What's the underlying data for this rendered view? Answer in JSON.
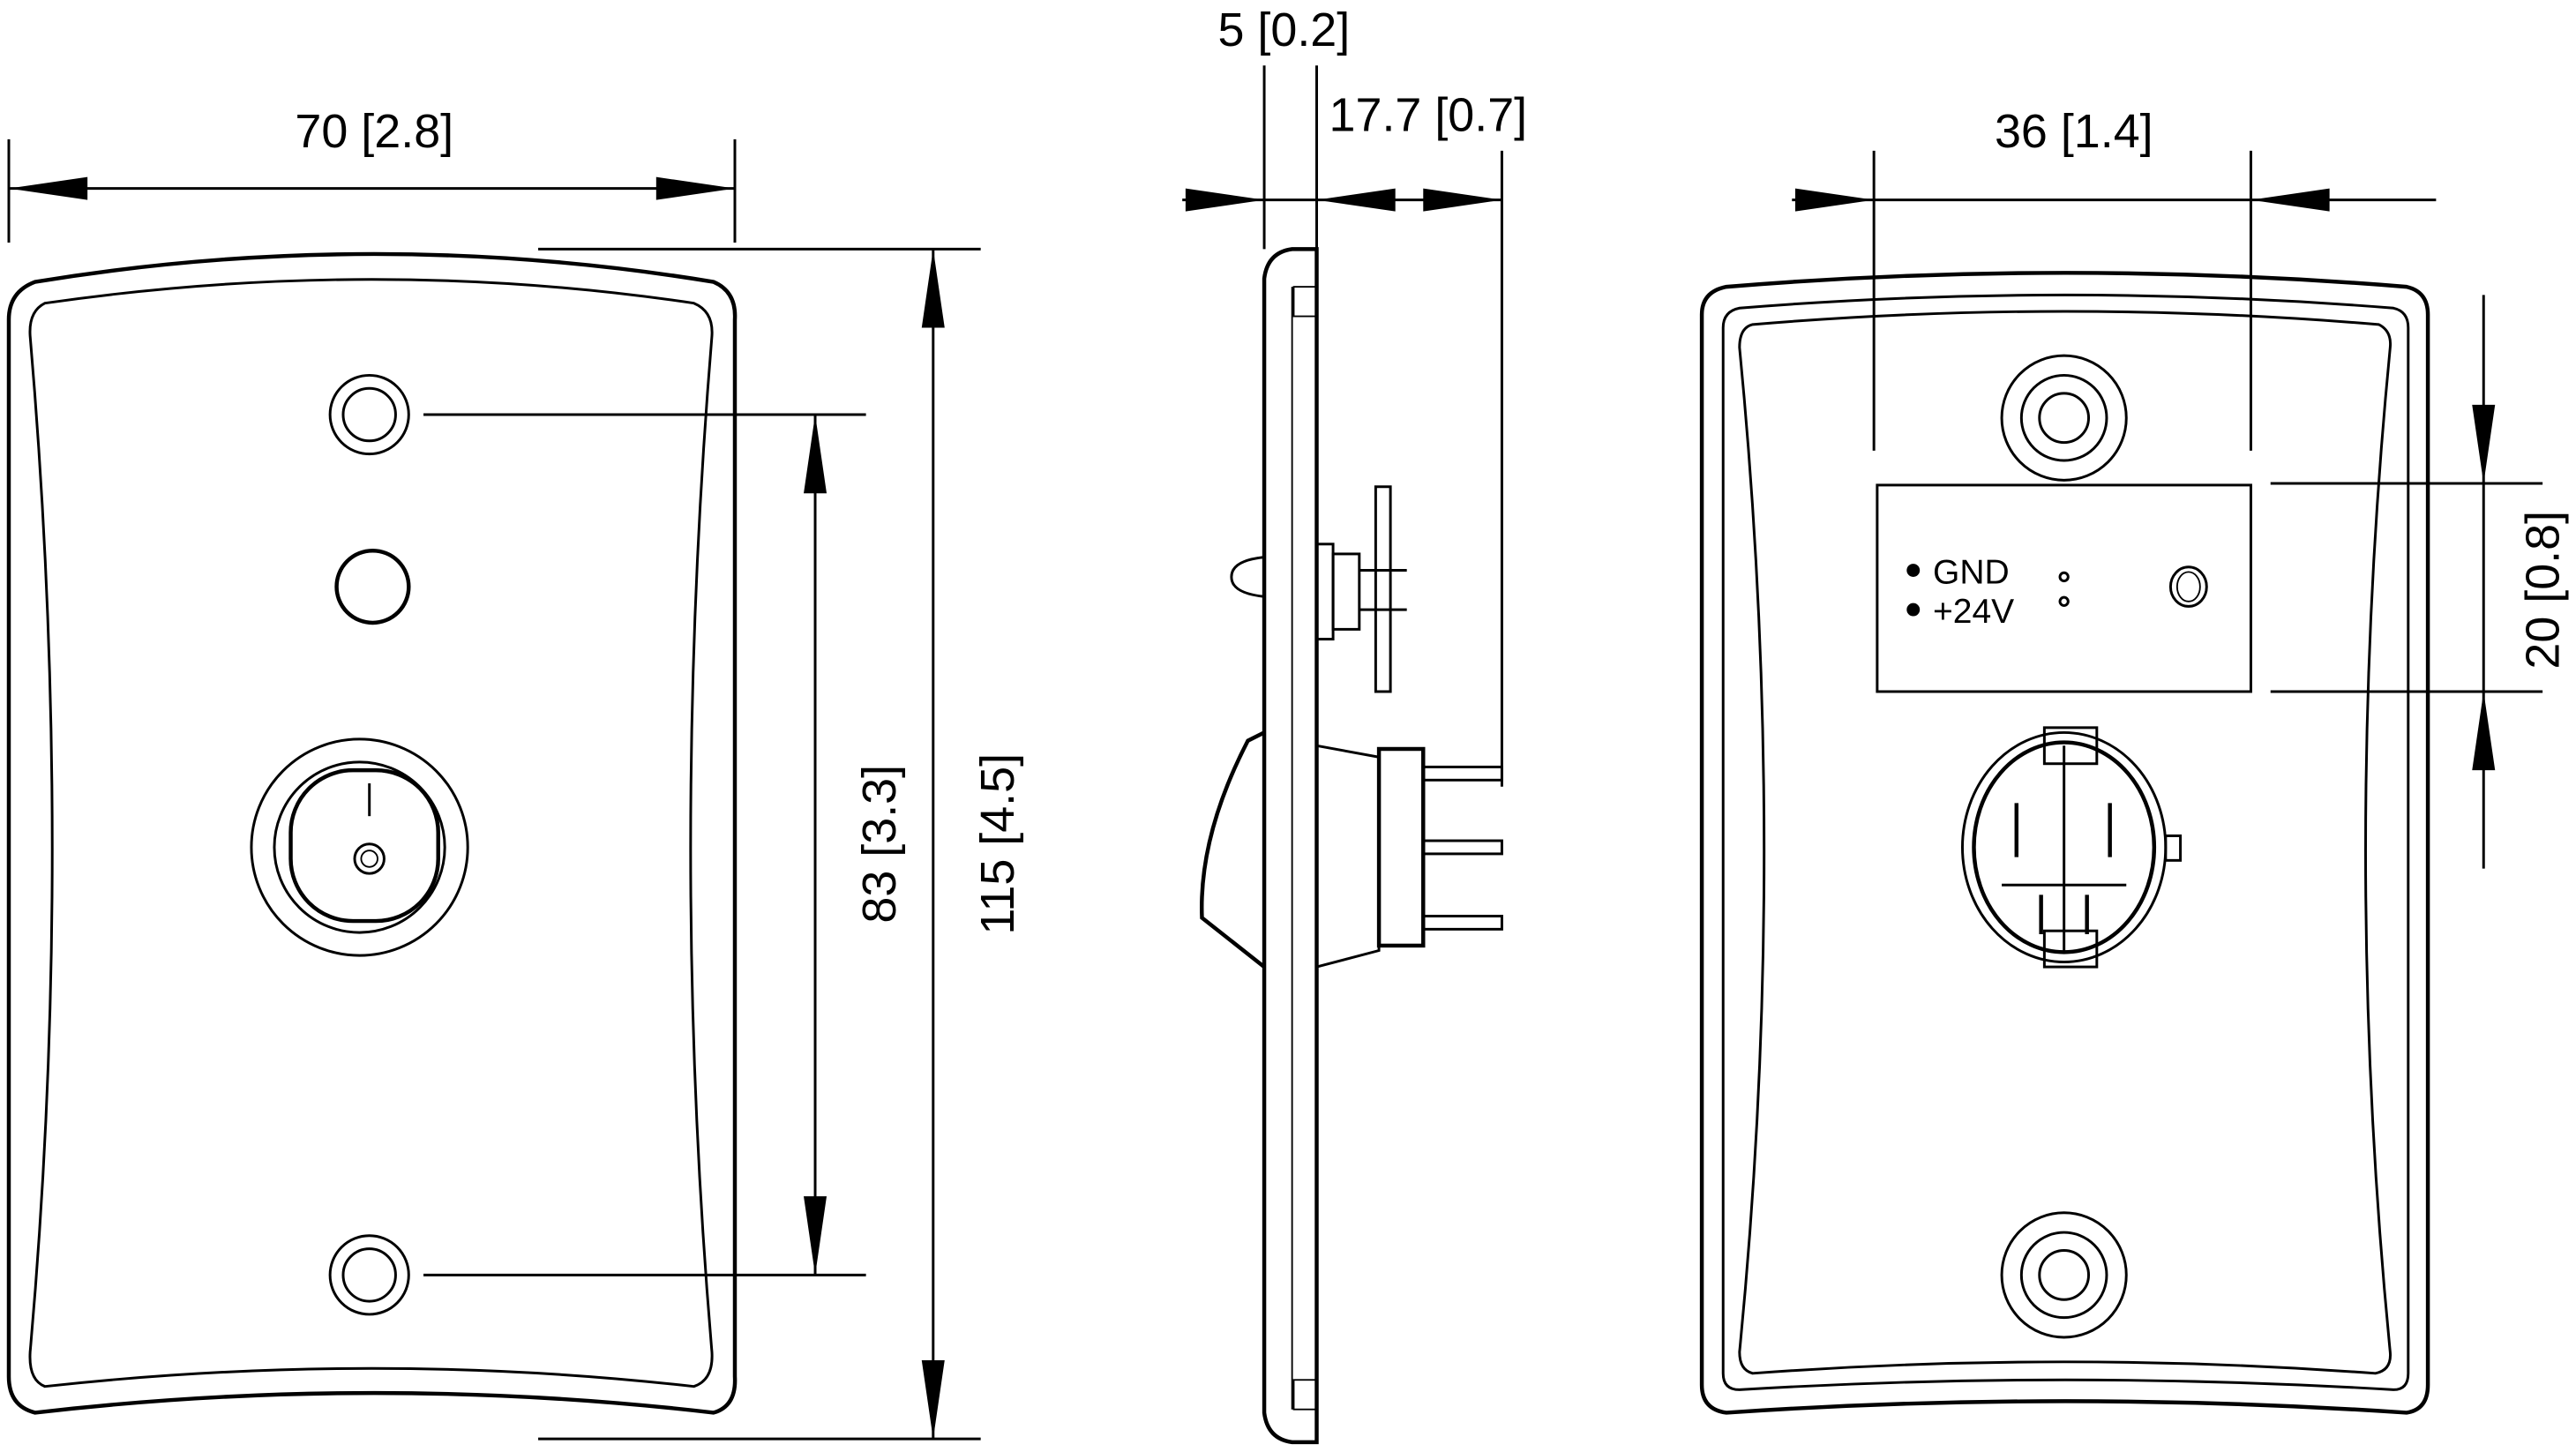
{
  "dimensions": {
    "front_width": "70 [2.8]",
    "hole_spacing": "83 [3.3]",
    "front_height": "115 [4.5]",
    "plate_thickness": "5 [0.2]",
    "depth": "17.7 [0.7]",
    "board_width": "36 [1.4]",
    "board_height": "20 [0.8]"
  },
  "labels": {
    "gnd": "GND",
    "v24": "+24V"
  },
  "views": [
    "front",
    "side",
    "rear"
  ]
}
